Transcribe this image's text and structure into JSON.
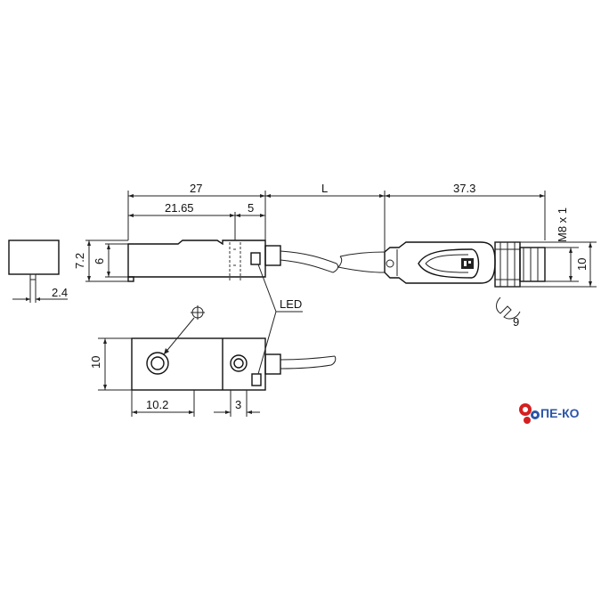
{
  "dimensions": {
    "overall_length": "27",
    "body_length": "21.65",
    "head_length": "5",
    "cable_length": "L",
    "connector_length": "37.3",
    "thread": "M8 x 1",
    "connector_diameter": "10",
    "height_total": "7.2",
    "height_body": "6",
    "pin_offset": "2.4",
    "width": "10",
    "hole_distance": "10.2",
    "hole_offset": "3",
    "wrench_size": "9"
  },
  "labels": {
    "led": "LED"
  },
  "logo": {
    "text": "ПЕ-КО",
    "colors": {
      "red": "#d42020",
      "blue": "#2a55a8"
    }
  }
}
